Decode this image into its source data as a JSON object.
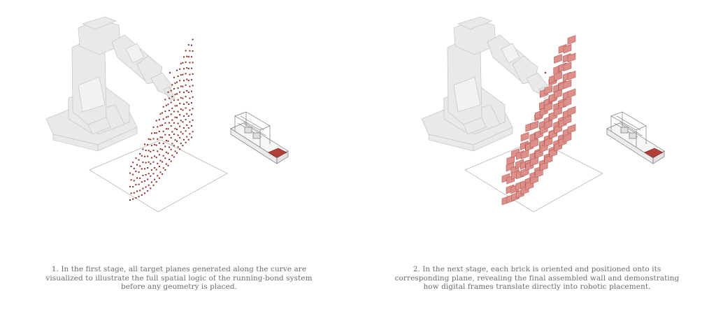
{
  "panels": [
    {
      "caption_lines": [
        "1.   In the first stage, all target planes generated along the curve are",
        "visualized to illustrate the full spatial logic of the running-bond system",
        "before any geometry is placed."
      ]
    },
    {
      "caption_lines": [
        "2. In the next stage, each brick is oriented and positioned onto its",
        "corresponding plane, revealing the final assembled wall and demonstrating",
        "how digital frames translate directly into robotic placement."
      ]
    }
  ],
  "colors": {
    "robot_fill": "#e9e9e9",
    "robot_stroke": "#c9c9c9",
    "frame_point": "#8a2b25",
    "brick_fill": "#dd8f8a",
    "brick_stroke": "#b65c57",
    "ground_stroke": "#b8b8b8",
    "feeder_stroke": "#777777",
    "feeder_tray": "#b2403a",
    "caption_text": "#6c6c6c"
  }
}
